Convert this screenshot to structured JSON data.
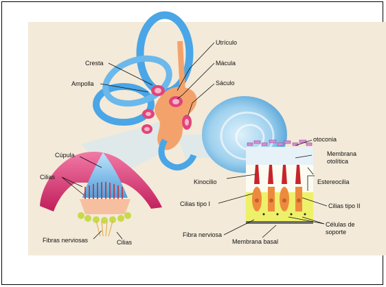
{
  "labels": {
    "utriculo": "Utrículo",
    "cresta": "Cresta",
    "macula": "Mácula",
    "ampolla": "Ampolla",
    "saculo": "Sáculo",
    "otoconia": "otoconia",
    "cupula": "Cúpula",
    "membrana_otolitica_1": "Membrana",
    "membrana_otolitica_2": "otolítica",
    "cilias": "Cilias",
    "estereocilia": "Estereocilia",
    "kinocilio": "Kinocilio",
    "cilias_tipo_i": "Cilias tipo I",
    "cilias_tipo_ii": "Cilias tipo II",
    "fibra_nerviosa": "Fibra nerviosa",
    "celulas_soporte_1": "Células de",
    "celulas_soporte_2": "soporte",
    "fibras_nerviosas": "Fibras nerviosas",
    "cilias_bottom": "Cilias",
    "membrana_basal": "Membrana basal"
  },
  "colors": {
    "background": "#f3ead9",
    "canal_blue": "#4aa6e6",
    "cochlea_blue": "#8fcbe8",
    "orange": "#f4a26c",
    "pink": "#e0457a",
    "hair_cell_orange": "#ee8a3e",
    "support_yellow": "#eef06a",
    "cilia_red": "#c8242a"
  }
}
